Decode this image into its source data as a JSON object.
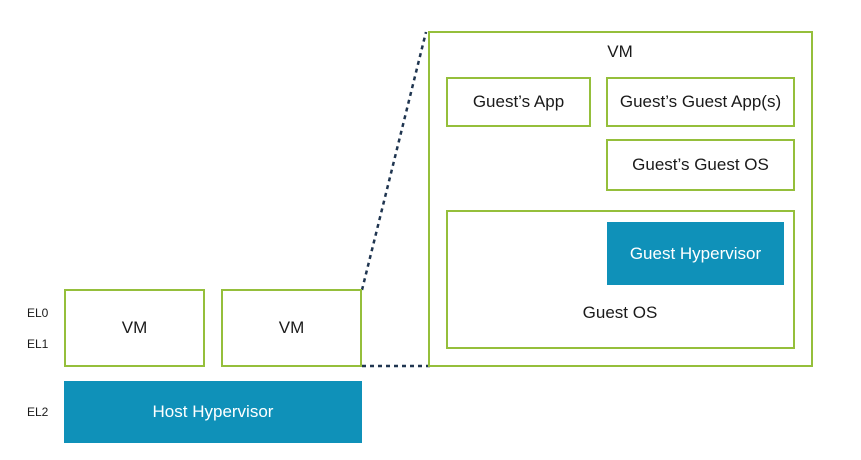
{
  "levels": {
    "el0": "EL0",
    "el1": "EL1",
    "el2": "EL2"
  },
  "host": {
    "vm1_label": "VM",
    "vm2_label": "VM",
    "hypervisor_label": "Host Hypervisor"
  },
  "expanded_vm": {
    "title": "VM",
    "guest_app": "Guest’s App",
    "guest_guest_apps": "Guest’s Guest App(s)",
    "guest_guest_os": "Guest’s Guest OS",
    "guest_hypervisor": "Guest Hypervisor",
    "guest_os": "Guest OS"
  },
  "colors": {
    "green_border": "#95bf3b",
    "hypervisor_blue": "#0f91b9",
    "connector": "#1f3550"
  }
}
